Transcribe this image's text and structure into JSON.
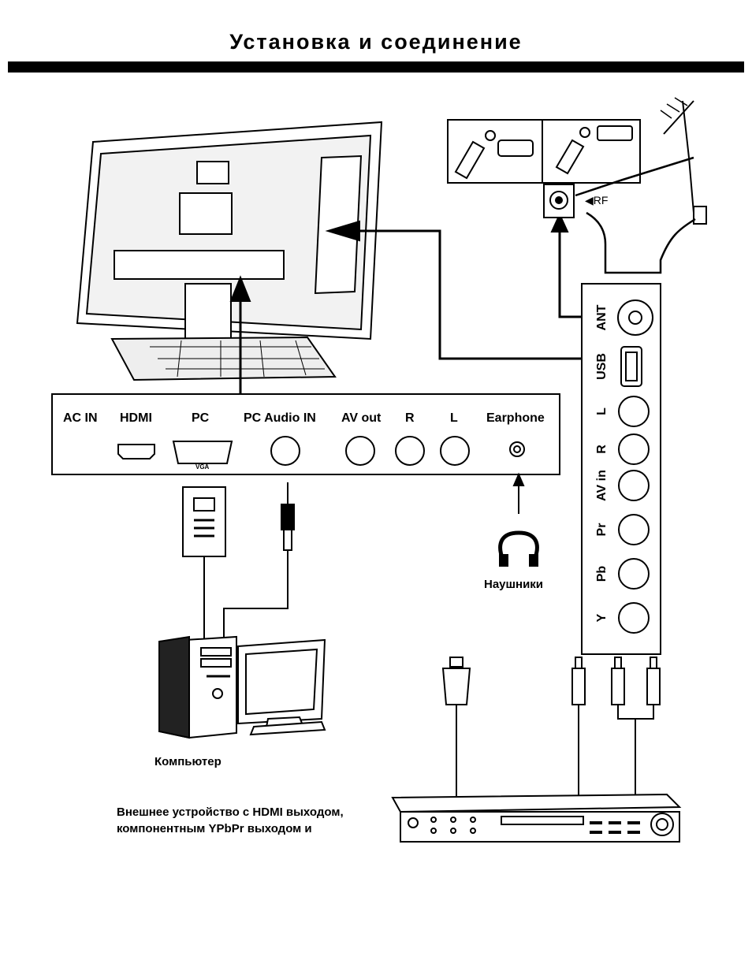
{
  "page": {
    "title": "Установка и соединение"
  },
  "bottom_panel": {
    "ports": [
      {
        "label": "AC IN"
      },
      {
        "label": "HDMI"
      },
      {
        "label": "PC"
      },
      {
        "label": "PC Audio IN"
      },
      {
        "label": "AV out"
      },
      {
        "label": "R"
      },
      {
        "label": "L"
      },
      {
        "label": "Earphone"
      }
    ],
    "vga_caption": "VGA"
  },
  "side_panel": {
    "ports": [
      {
        "label": "ANT"
      },
      {
        "label": "USB"
      },
      {
        "label": "L"
      },
      {
        "label": "R"
      },
      {
        "label": "AV in"
      },
      {
        "label": "Pr"
      },
      {
        "label": "Pb"
      },
      {
        "label": "Y"
      }
    ]
  },
  "antenna": {
    "rf_label": "RF"
  },
  "devices": {
    "headphones_label": "Наушники",
    "computer_label": "Компьютер",
    "external_device_text": [
      "Внешнее устройство с HDMI выходом,",
      "компонентным YPbPr выходом и"
    ]
  }
}
